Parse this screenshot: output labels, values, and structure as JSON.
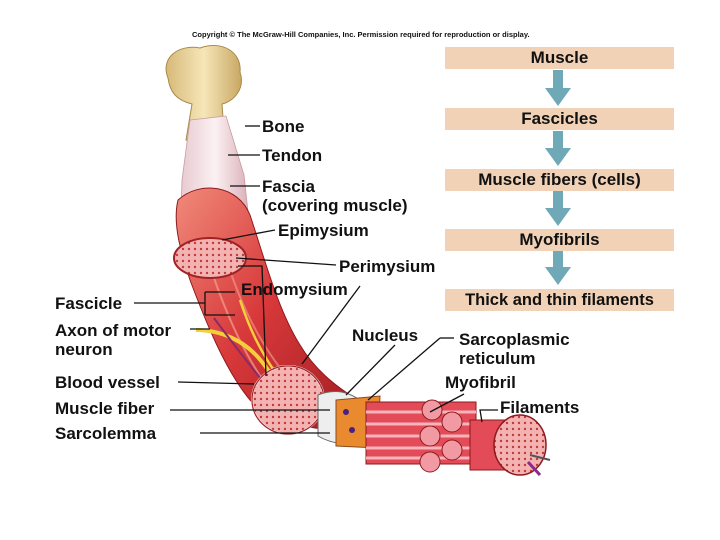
{
  "copyright": "Copyright © The McGraw-Hill Companies, Inc. Permission required for reproduction or display.",
  "hierarchy": [
    "Muscle",
    "Fascicles",
    "Muscle fibers (cells)",
    "Myofibrils",
    "Thick and thin filaments"
  ],
  "labels": {
    "bone": "Bone",
    "tendon": "Tendon",
    "fascia": "Fascia",
    "fascia_sub": "(covering muscle)",
    "epimysium": "Epimysium",
    "perimysium": "Perimysium",
    "endomysium": "Endomysium",
    "fascicle": "Fascicle",
    "axon_1": "Axon of motor",
    "axon_2": "neuron",
    "nucleus": "Nucleus",
    "sarcoplasmic_1": "Sarcoplasmic",
    "sarcoplasmic_2": "reticulum",
    "blood_vessel": "Blood vessel",
    "myofibril": "Myofibril",
    "muscle_fiber": "Muscle fiber",
    "filaments": "Filaments",
    "sarcolemma": "Sarcolemma"
  },
  "colors": {
    "box_fill": "#f2d2b6",
    "arrow": "#6fa9b7",
    "muscle_red": "#d83a3a",
    "bone": "#eed9a2",
    "tendon": "#f3e6ea"
  }
}
